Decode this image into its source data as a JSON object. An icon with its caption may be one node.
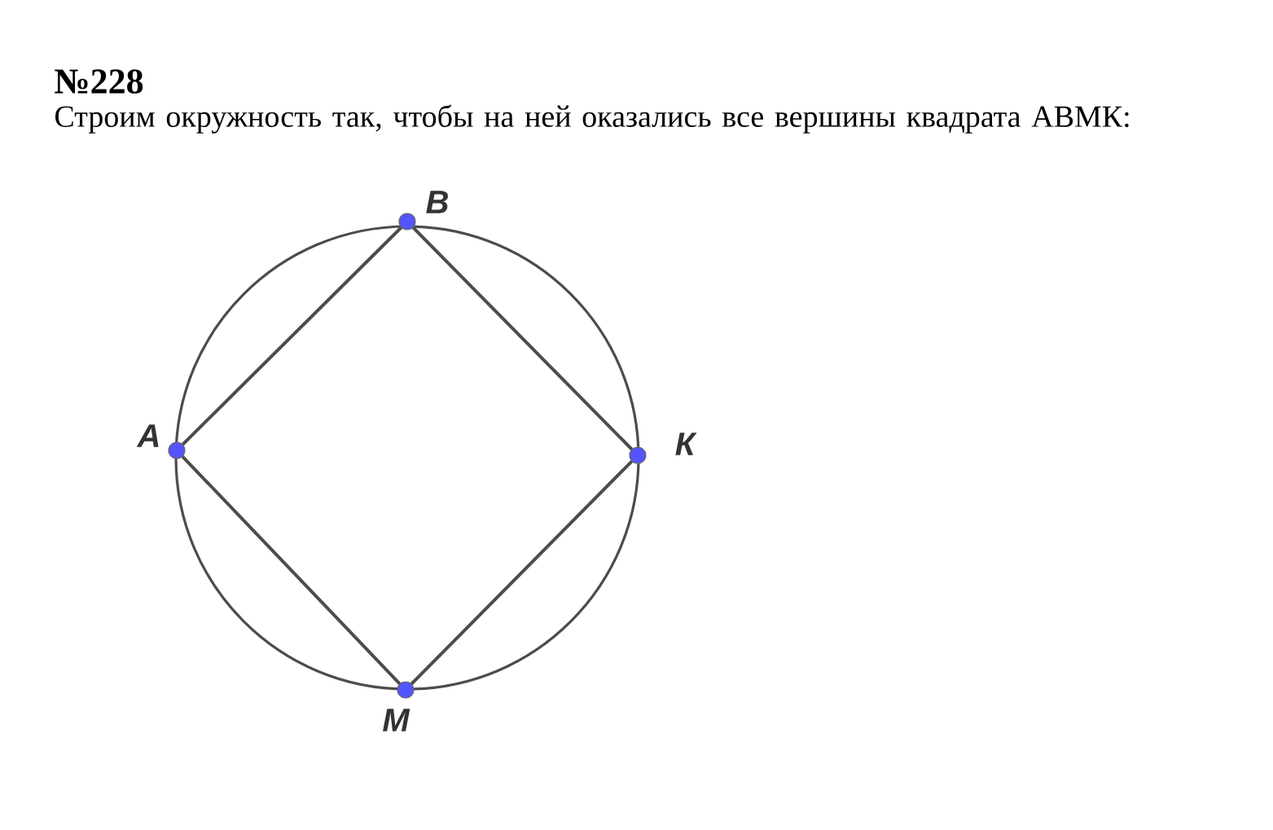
{
  "diagram": {
    "title": "№228",
    "nodes": [
      {
        "text": [],
        "shape": "circle",
        "beside": [
          "В"
        ]
      },
      {
        "text": [],
        "shape": "circle",
        "beside": [
          "А"
        ]
      },
      {
        "text": [],
        "shape": "circle",
        "beside": [
          "К"
        ]
      },
      {
        "text": [],
        "shape": "circle",
        "beside": [
          "М"
        ]
      }
    ],
    "edges": [
      {
        "from": 1,
        "to": 0,
        "arrow": "none"
      },
      {
        "from": 0,
        "to": 2,
        "arrow": "none"
      },
      {
        "from": 2,
        "to": 3,
        "arrow": "none"
      },
      {
        "from": 3,
        "to": 1,
        "arrow": "none"
      }
    ],
    "labels": [
      "Строим окружность так, чтобы на ней оказались все вершины квадрата АВМК:"
    ]
  }
}
